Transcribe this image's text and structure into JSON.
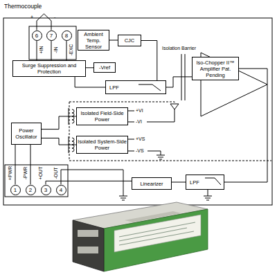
{
  "diagram": {
    "nodes": [
      {
        "text": [
          "6"
        ]
      },
      {
        "text": [
          "7"
        ]
      },
      {
        "text": [
          "8"
        ]
      },
      {
        "text": [
          "Ambient Temp. Sensor"
        ]
      },
      {
        "text": [
          "CJC"
        ]
      },
      {
        "text": [
          "Surge Suppression and Protection"
        ]
      },
      {
        "text": [
          "-Vref"
        ]
      },
      {
        "text": [
          "LPF"
        ]
      },
      {
        "text": [
          "Iso-Chopper II™ Amplifier Pat. Pending"
        ]
      },
      {
        "text": [
          "Isolated Field-Side Power"
        ]
      },
      {
        "text": [
          "Power Oscillator"
        ]
      },
      {
        "text": [
          "Isolated System-Side Power"
        ]
      },
      {
        "text": [
          "1"
        ]
      },
      {
        "text": [
          "2"
        ]
      },
      {
        "text": [
          "3"
        ]
      },
      {
        "text": [
          "4"
        ]
      },
      {
        "text": [
          "Linearizer"
        ]
      },
      {
        "text": [
          "LPF"
        ]
      }
    ],
    "edges": [
      {
        "from": 0,
        "to": 5,
        "arrow": "none"
      },
      {
        "from": 1,
        "to": 5,
        "arrow": "none"
      },
      {
        "from": 2,
        "to": 5,
        "arrow": "none"
      },
      {
        "from": 3,
        "to": 4,
        "arrow": "none"
      },
      {
        "from": 4,
        "to": 7,
        "arrow": "none"
      },
      {
        "from": 5,
        "to": 6,
        "arrow": "none"
      },
      {
        "from": 5,
        "to": 7,
        "arrow": "none"
      },
      {
        "from": 7,
        "to": 8,
        "arrow": "none"
      },
      {
        "from": 8,
        "to": 17,
        "arrow": "none"
      },
      {
        "from": 17,
        "to": 16,
        "arrow": "none"
      },
      {
        "from": 16,
        "to": 14,
        "arrow": "none"
      },
      {
        "from": 12,
        "to": 10,
        "arrow": "none"
      },
      {
        "from": 13,
        "to": 10,
        "arrow": "none"
      },
      {
        "from": 10,
        "to": 9,
        "arrow": "none"
      },
      {
        "from": 10,
        "to": 11,
        "arrow": "none"
      }
    ],
    "labels": [
      "Thermocouple",
      "+",
      "-",
      "+IN",
      "-IN",
      "-EXC",
      "Isolation Barrier",
      "+VI",
      "-VI",
      "+VS",
      "-VS",
      "+PWR",
      "-PWR",
      "+OUT",
      "-OUT"
    ]
  }
}
